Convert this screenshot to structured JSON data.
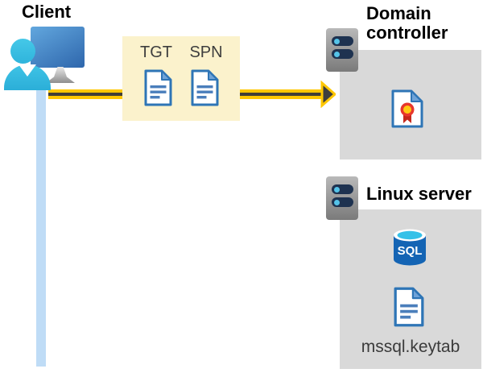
{
  "client": {
    "label": "Client"
  },
  "tickets": {
    "labels": [
      "TGT",
      "SPN"
    ]
  },
  "domain_controller": {
    "label": "Domain controller"
  },
  "linux_server": {
    "label": "Linux server",
    "database_label": "SQL",
    "file_label": "mssql.keytab"
  },
  "icons": {
    "client": "person-at-computer-icon",
    "server": "server-icon",
    "ticket": "document-icon",
    "certificate": "certificate-icon",
    "database": "sql-database-icon",
    "keytab": "document-icon"
  },
  "colors": {
    "background": "#FFFFFF",
    "box_gray": "#D9D9D9",
    "ticket_box_yellow": "#FBF2CC",
    "arrow_yellow": "#FFC700",
    "arrow_dark": "#413E36",
    "client_line_blue": "#BFDCF6",
    "doc_border_blue": "#2E75B6",
    "doc_fold_blue": "#6FA3D8",
    "doc_line_blue": "#4A7EBB",
    "monitor_blue": "#2E66AC",
    "person_cyan": "#38BEE0",
    "server_slot_navy": "#1E3250",
    "server_dot_cyan": "#55C3E8",
    "sql_body_blue": "#1464B4",
    "sql_top_cyan": "#35C1E8",
    "cert_ribbon_red": "#C5281C",
    "cert_seal_gold": "#FFC913"
  }
}
